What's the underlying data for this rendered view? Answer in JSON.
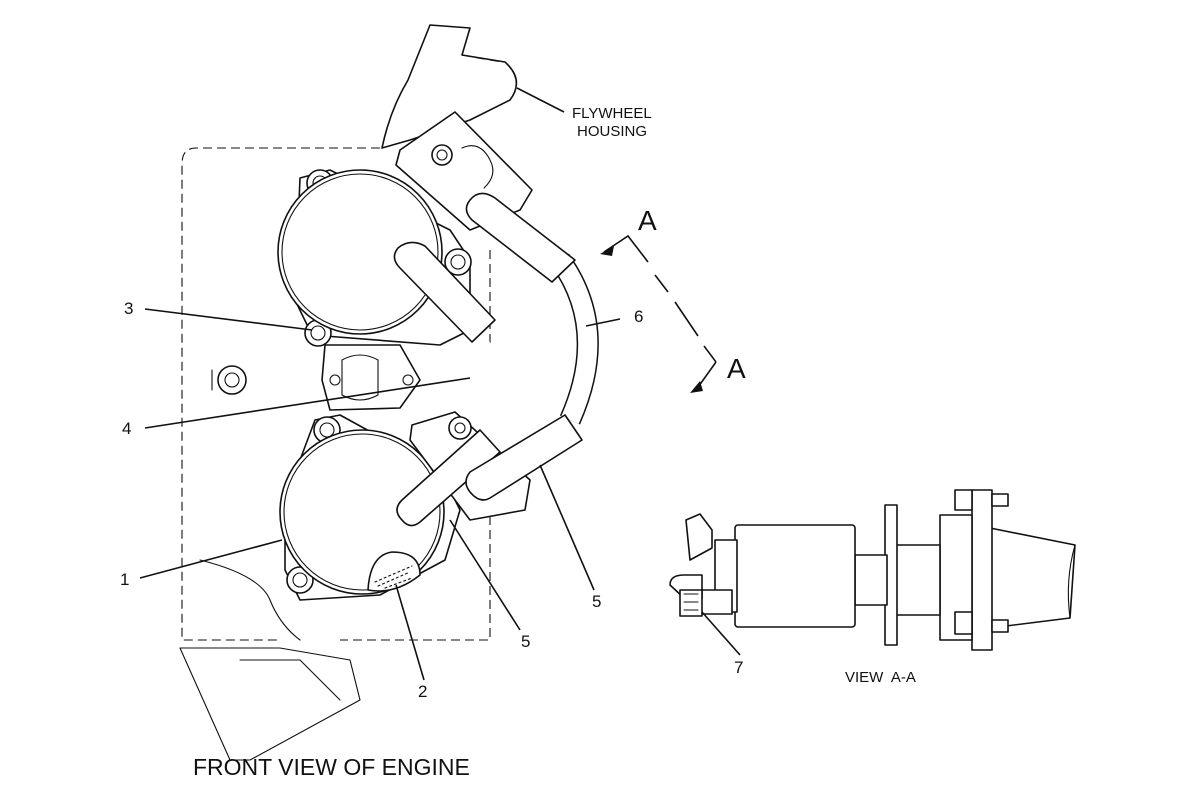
{
  "callouts": {
    "c1": "1",
    "c2": "2",
    "c3": "3",
    "c4": "4",
    "c5a": "5",
    "c5b": "5",
    "c6": "6",
    "c7": "7"
  },
  "labels": {
    "flywheel_line1": "FLYWHEEL",
    "flywheel_line2": "HOUSING",
    "section_top": "A",
    "section_bottom": "A",
    "view_aa": "VIEW  A-A",
    "front_view": "FRONT VIEW OF ENGINE"
  },
  "colors": {
    "ink": "#111111",
    "paper": "#ffffff"
  }
}
